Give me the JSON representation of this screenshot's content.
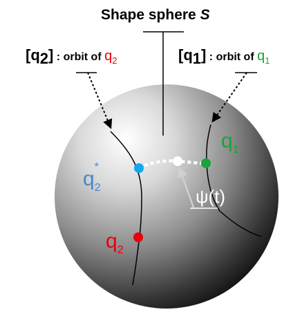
{
  "title": {
    "text": "Shape sphere ",
    "symbol": "S"
  },
  "orbit_q2_label": {
    "open_bracket": "[q",
    "sub": "2",
    "close_bracket": "]",
    "text": " : orbit of ",
    "q": "q",
    "q_sub": "2",
    "q_color": "#e8000b"
  },
  "orbit_q1_label": {
    "open_bracket": "[q",
    "sub": "1",
    "close_bracket": "]",
    "text": " : orbit of ",
    "q": "q",
    "q_sub": "1",
    "q_color": "#1aa33a"
  },
  "points": {
    "q1": {
      "label": "q",
      "sub": "1",
      "color": "#1aa33a"
    },
    "q2": {
      "label": "q",
      "sub": "2",
      "color": "#e8000b"
    },
    "q2_star": {
      "label": "q",
      "sub": "2",
      "sup": "*",
      "color": "#4a86c8"
    }
  },
  "path_label": {
    "psi": "ψ",
    "arg": "(t)"
  },
  "colors": {
    "sphere_light": "#ffffff",
    "sphere_dark": "#000000",
    "q1_dot": "#1aa33a",
    "q2_dot": "#e8000b",
    "q2_star_dot": "#16a6ea",
    "path_dot": "#ffffff"
  }
}
